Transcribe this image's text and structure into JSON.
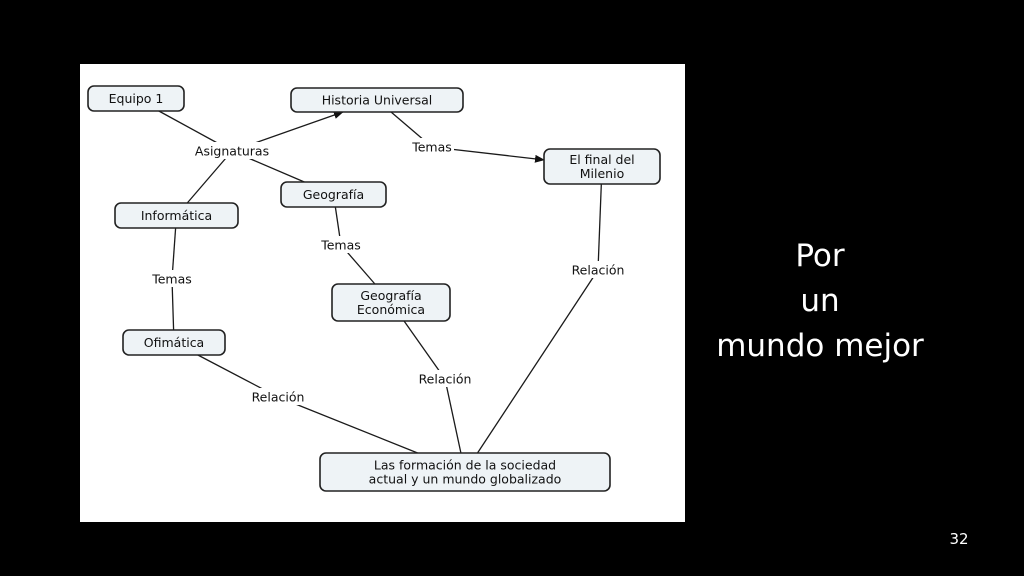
{
  "slide": {
    "title_lines": [
      "Por",
      "un",
      "mundo mejor"
    ],
    "page_number": "32"
  },
  "concept_map": {
    "nodes": [
      {
        "id": "equipo",
        "lines": [
          "Equipo 1"
        ]
      },
      {
        "id": "historia",
        "lines": [
          "Historia Universal"
        ]
      },
      {
        "id": "final",
        "lines": [
          "El final del",
          "Milenio"
        ]
      },
      {
        "id": "geografia",
        "lines": [
          "Geografía"
        ]
      },
      {
        "id": "informatica",
        "lines": [
          "Informática"
        ]
      },
      {
        "id": "geo_eco",
        "lines": [
          "Geografía",
          "Económica"
        ]
      },
      {
        "id": "ofimatica",
        "lines": [
          "Ofimática"
        ]
      },
      {
        "id": "sociedad",
        "lines": [
          "Las formación de la sociedad",
          "actual y un mundo globalizado"
        ]
      }
    ],
    "link_labels": [
      {
        "id": "asignaturas",
        "text": "Asignaturas"
      },
      {
        "id": "temas_historia",
        "text": "Temas"
      },
      {
        "id": "temas_geografia",
        "text": "Temas"
      },
      {
        "id": "temas_informatica",
        "text": "Temas"
      },
      {
        "id": "relacion_final",
        "text": "Relación"
      },
      {
        "id": "relacion_geo_eco",
        "text": "Relación"
      },
      {
        "id": "relacion_ofimatica",
        "text": "Relación"
      }
    ],
    "edges": [
      {
        "from": "equipo",
        "to": "asignaturas",
        "arrow": false
      },
      {
        "from": "asignaturas",
        "to": "historia",
        "arrow": true
      },
      {
        "from": "asignaturas",
        "to": "geografia",
        "arrow": false
      },
      {
        "from": "asignaturas",
        "to": "informatica",
        "arrow": false
      },
      {
        "from": "historia",
        "to": "temas_historia",
        "arrow": false
      },
      {
        "from": "temas_historia",
        "to": "final",
        "arrow": true
      },
      {
        "from": "geografia",
        "to": "temas_geografia",
        "arrow": false
      },
      {
        "from": "temas_geografia",
        "to": "geo_eco",
        "arrow": false
      },
      {
        "from": "informatica",
        "to": "temas_informatica",
        "arrow": false
      },
      {
        "from": "temas_informatica",
        "to": "ofimatica",
        "arrow": false
      },
      {
        "from": "final",
        "to": "relacion_final",
        "arrow": false
      },
      {
        "from": "relacion_final",
        "to": "sociedad",
        "arrow": false
      },
      {
        "from": "geo_eco",
        "to": "relacion_geo_eco",
        "arrow": false
      },
      {
        "from": "relacion_geo_eco",
        "to": "sociedad",
        "arrow": false
      },
      {
        "from": "ofimatica",
        "to": "relacion_ofimatica",
        "arrow": false
      },
      {
        "from": "relacion_ofimatica",
        "to": "sociedad",
        "arrow": false
      }
    ]
  },
  "colors": {
    "background": "#000000",
    "panel": "#ffffff",
    "node_fill": "#eef3f6",
    "node_border": "#222222",
    "slide_text": "#ffffff"
  }
}
